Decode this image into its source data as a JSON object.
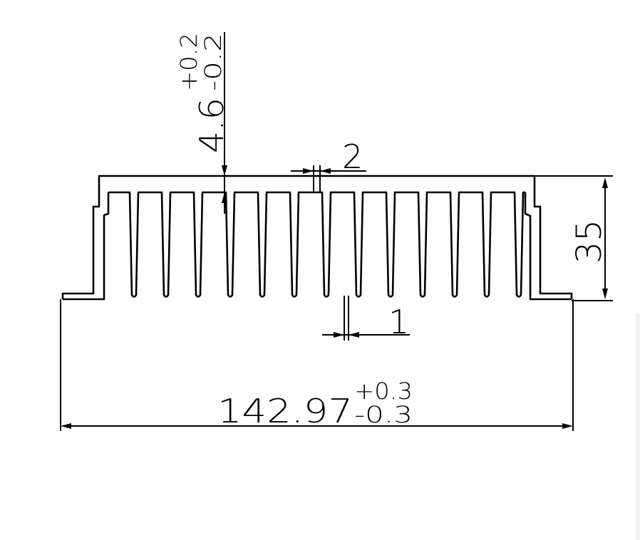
{
  "drawing": {
    "title": "Heatsink profile cross-section",
    "fin_count": 13,
    "dimensions": {
      "base_thickness": {
        "value": "4.6",
        "tol_plus": "+0.2",
        "tol_minus": "-0.2"
      },
      "fin_gap": {
        "value": "2"
      },
      "height": {
        "value": "35"
      },
      "fin_tip": {
        "value": "1"
      },
      "width": {
        "value": "142.97",
        "tol_plus": "+0.3",
        "tol_minus": "-0.3"
      }
    },
    "line_color": "#000000"
  }
}
